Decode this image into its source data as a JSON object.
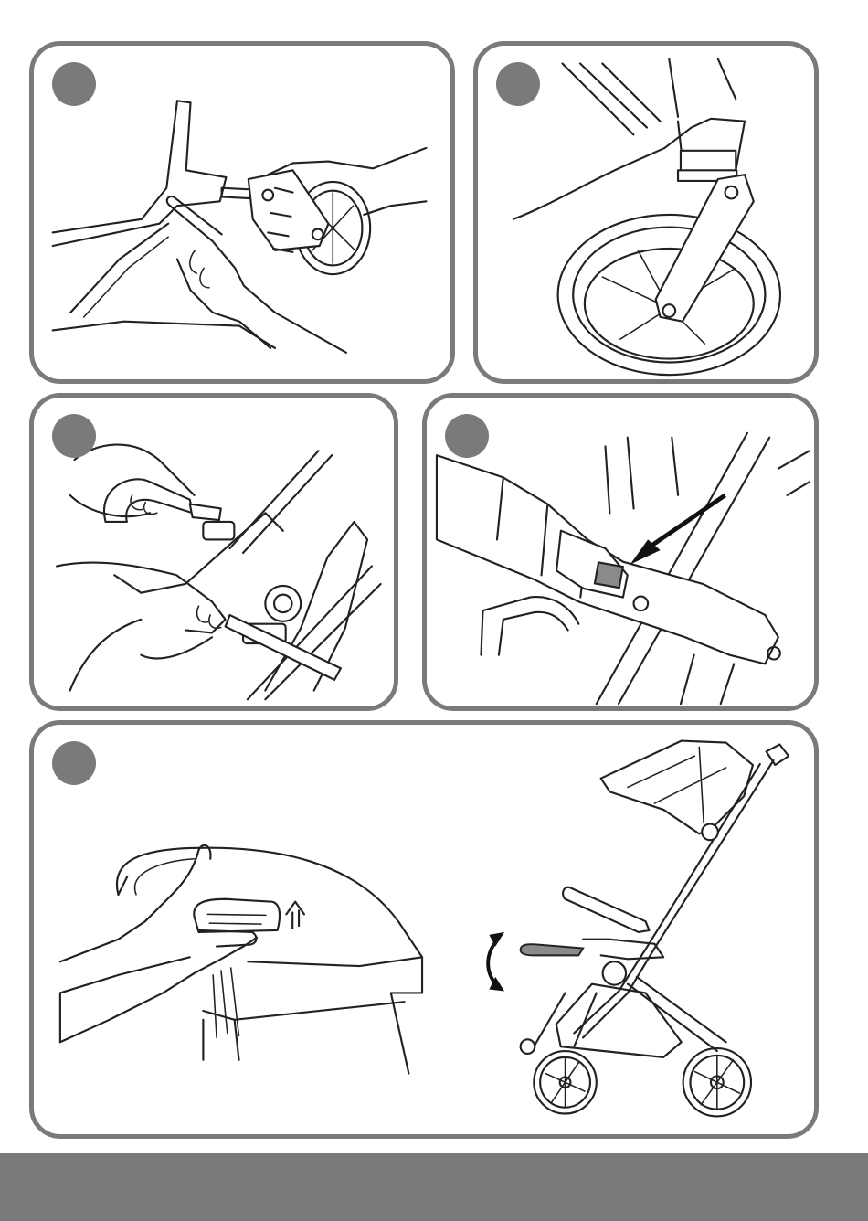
{
  "document": {
    "panels": [
      {
        "id": "step-1",
        "badge_color": "#7a7a7a",
        "depicts": "removing-front-wheel"
      },
      {
        "id": "step-2",
        "badge_color": "#7a7a7a",
        "depicts": "front-wheel-attached"
      },
      {
        "id": "step-3",
        "badge_color": "#7a7a7a",
        "depicts": "attaching-bumper-bar"
      },
      {
        "id": "step-4",
        "badge_color": "#7a7a7a",
        "depicts": "bumper-release-button"
      },
      {
        "id": "step-5",
        "badge_color": "#7a7a7a",
        "depicts": "backrest-recline-adjust"
      }
    ],
    "accent_color": "#7a7a7a",
    "highlight_color": "#8a8a8a"
  }
}
